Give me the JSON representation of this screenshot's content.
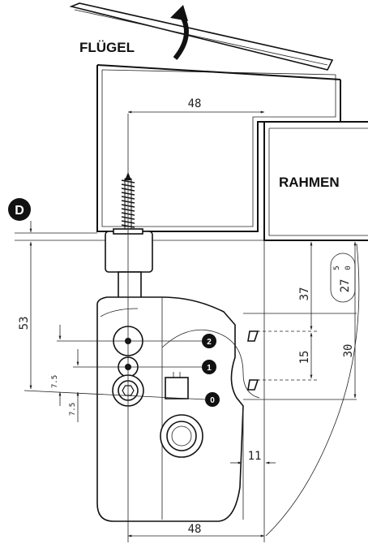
{
  "labels": {
    "sash": "FLÜGEL",
    "frame": "RAHMEN",
    "datum_marker": "D"
  },
  "dimensions": {
    "top_horizontal": "48",
    "bottom_horizontal": "48",
    "left_vertical": "53",
    "right_vertical_top": "37",
    "right_vertical_bottom": "30",
    "right_middle": "15",
    "gap": "11",
    "small_upper": "7.5",
    "small_lower": "7.5",
    "tolerance_base": "27",
    "tolerance_upper": "5",
    "tolerance_lower": "0"
  },
  "positions": [
    "2",
    "1",
    "0"
  ]
}
